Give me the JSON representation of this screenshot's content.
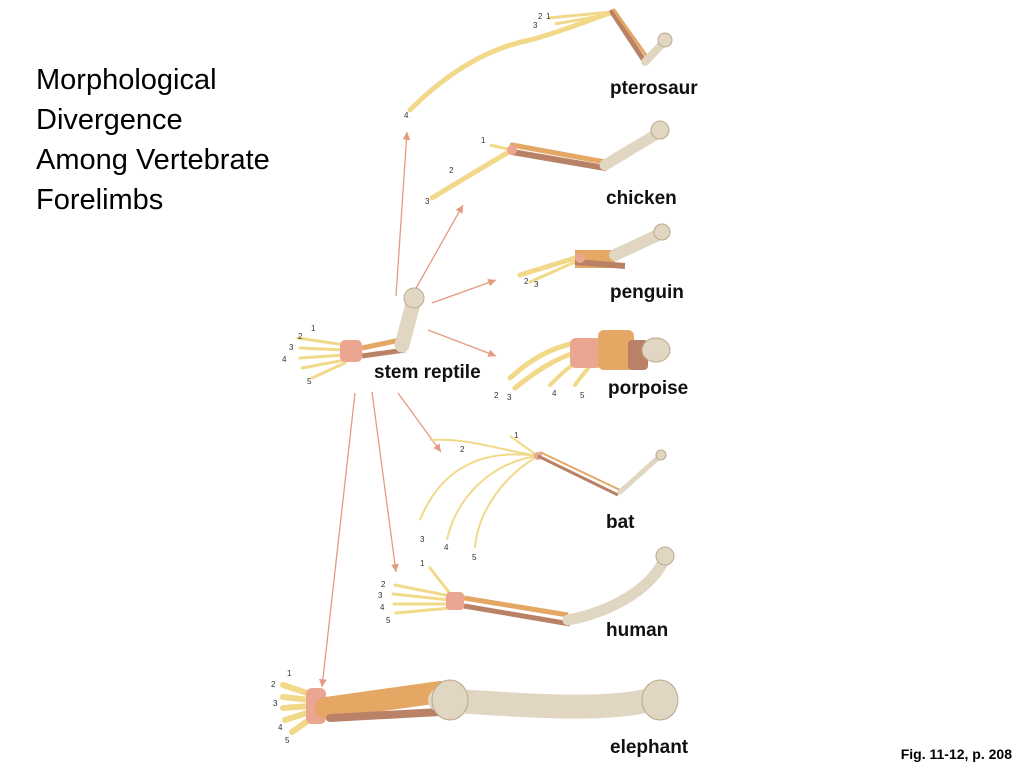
{
  "title_lines": [
    "Morphological",
    "Divergence",
    "Among Vertebrate",
    "Forelimbs"
  ],
  "labels": {
    "pterosaur": "pterosaur",
    "chicken": "chicken",
    "penguin": "penguin",
    "porpoise": "porpoise",
    "stem_reptile": "stem reptile",
    "bat": "bat",
    "human": "human",
    "elephant": "elephant"
  },
  "caption": "Fig. 11-12, p. 208",
  "digits": {
    "pterosaur": [
      "2",
      "1",
      "3",
      "4"
    ],
    "chicken": [
      "1",
      "2",
      "3"
    ],
    "penguin": [
      "2",
      "3"
    ],
    "stem_reptile": [
      "1",
      "2",
      "3",
      "4",
      "5"
    ],
    "porpoise": [
      "2",
      "3",
      "4",
      "5"
    ],
    "bat": [
      "1",
      "2",
      "3",
      "4",
      "5"
    ],
    "human": [
      "1",
      "2",
      "3",
      "4",
      "5"
    ],
    "elephant": [
      "1",
      "2",
      "3",
      "4",
      "5"
    ]
  },
  "colors": {
    "humerus": "#e0d6c2",
    "radius": "#e4a764",
    "ulna": "#b98266",
    "carpal": "#eaa690",
    "digit": "#f2d98a",
    "arrow": "#e49a7f"
  }
}
